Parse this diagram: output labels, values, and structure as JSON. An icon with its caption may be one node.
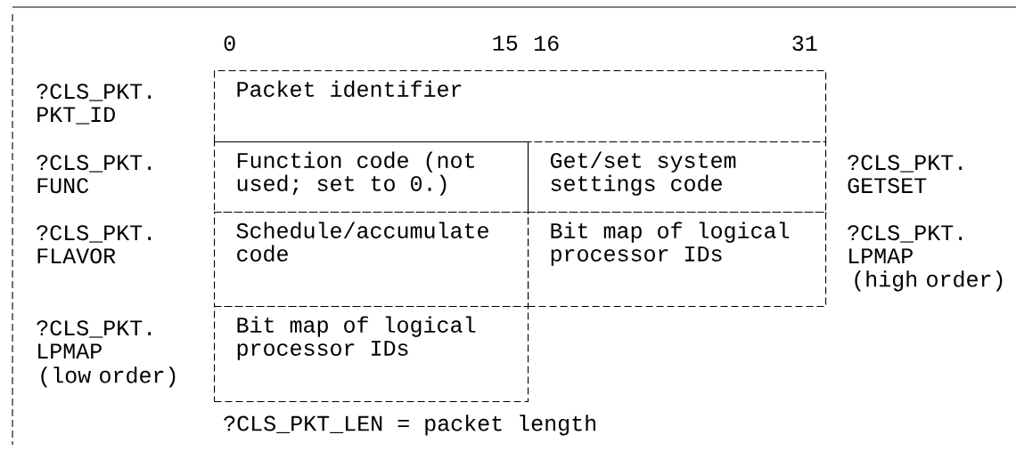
{
  "diagram": {
    "nodes": [
      {
        "text": [
          "Packet identifier"
        ],
        "beside": [
          "?CLS_PKT. PKT_ID"
        ]
      },
      {
        "text": [
          "Function code (not used; set to 0.)"
        ],
        "beside": [
          "?CLS_PKT. FUNC"
        ]
      },
      {
        "text": [
          "Get/set system settings code"
        ],
        "beside": [
          "?CLS_PKT. GETSET"
        ]
      },
      {
        "text": [
          "Schedule/accumulate code"
        ],
        "beside": [
          "?CLS_PKT. FLAVOR"
        ]
      },
      {
        "text": [
          "Bit map of logical processor IDs"
        ],
        "beside": [
          "?CLS_PKT. LPMAP",
          "(high order)"
        ]
      },
      {
        "text": [
          "Bit map of logical processor IDs"
        ],
        "beside": [
          "?CLS_PKT. LPMAP",
          "(low order)"
        ]
      }
    ],
    "labels": [
      "0",
      "15",
      "16",
      "31",
      "?CLS_PKT_LEN = packet length"
    ]
  }
}
